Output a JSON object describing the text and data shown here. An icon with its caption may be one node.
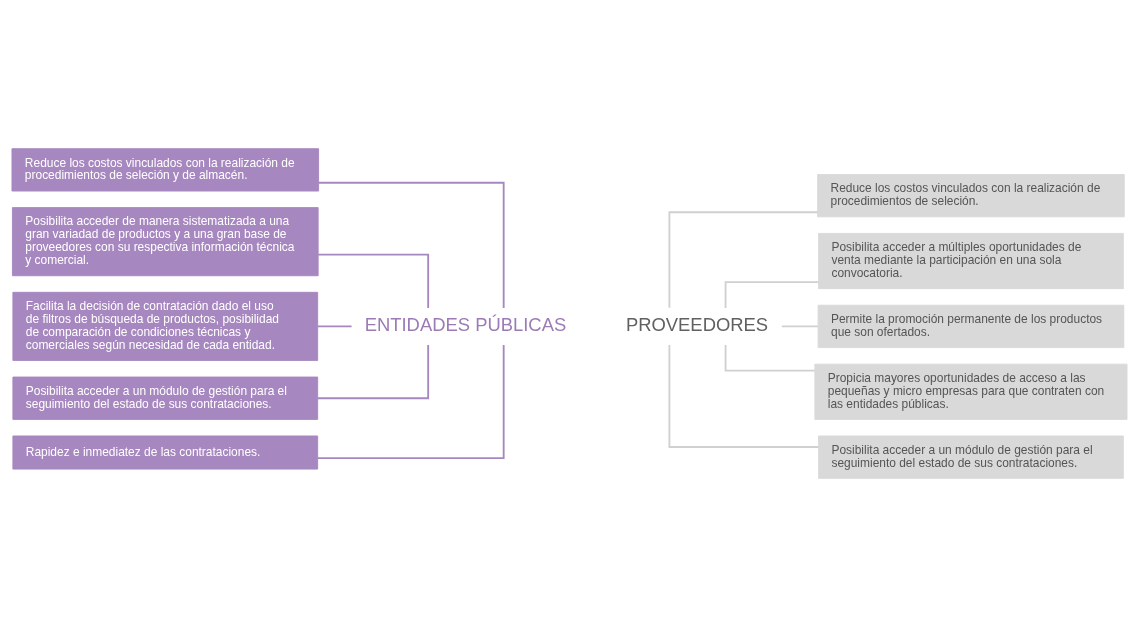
{
  "diagram": {
    "nodes": [
      {
        "text": [
          "ENTIDADES PÚBLICAS"
        ]
      },
      {
        "text": [
          "Reduce los costos vinculados con la realización de procedimientos de seleción y de almacén."
        ]
      },
      {
        "text": [
          "Posibilita acceder de manera sistematizada a una gran variadad de productos y a una gran base de proveedores con su respectiva información técnica y comercial."
        ]
      },
      {
        "text": [
          "Facilita la decisión de contratación dado el uso de filtros de búsqueda de productos, posibilidad de comparación de condiciones técnicas y comerciales según necesidad de cada entidad."
        ]
      },
      {
        "text": [
          "Posibilita acceder a un módulo de gestión para el seguimiento del estado de sus contrataciones."
        ]
      },
      {
        "text": [
          "Rapidez e inmediatez de las contrataciones."
        ]
      },
      {
        "text": [
          "PROVEEDORES"
        ]
      },
      {
        "text": [
          "Reduce los costos vinculados con la realización de procedimientos de seleción."
        ]
      },
      {
        "text": [
          "Posibilita acceder a múltiples oportunidades de venta mediante la participación en una sola convocatoria."
        ]
      },
      {
        "text": [
          "Permite la promoción permanente de los productos que son ofertados."
        ]
      },
      {
        "text": [
          "Propicia mayores oportunidades de acceso a las pequeñas y micro empresas para que contraten con las entidades públicas."
        ]
      },
      {
        "text": [
          "Posibilita acceder a un módulo de gestión para el seguimiento del estado de sus contrataciones."
        ]
      }
    ],
    "edges": [
      {
        "from": 1,
        "to": 0,
        "arrow": "none",
        "color": "#a687bf"
      },
      {
        "from": 2,
        "to": 0,
        "arrow": "none",
        "color": "#a687bf"
      },
      {
        "from": 3,
        "to": 0,
        "arrow": "none",
        "color": "#a687bf"
      },
      {
        "from": 4,
        "to": 0,
        "arrow": "none",
        "color": "#a687bf"
      },
      {
        "from": 5,
        "to": 0,
        "arrow": "none",
        "color": "#a687bf"
      },
      {
        "from": 6,
        "to": 7,
        "arrow": "none",
        "color": "#d0d0d0"
      },
      {
        "from": 6,
        "to": 8,
        "arrow": "none",
        "color": "#d0d0d0"
      },
      {
        "from": 6,
        "to": 9,
        "arrow": "none",
        "color": "#d0d0d0"
      },
      {
        "from": 6,
        "to": 10,
        "arrow": "none",
        "color": "#d0d0d0"
      },
      {
        "from": 6,
        "to": 11,
        "arrow": "none",
        "color": "#d0d0d0"
      }
    ]
  }
}
